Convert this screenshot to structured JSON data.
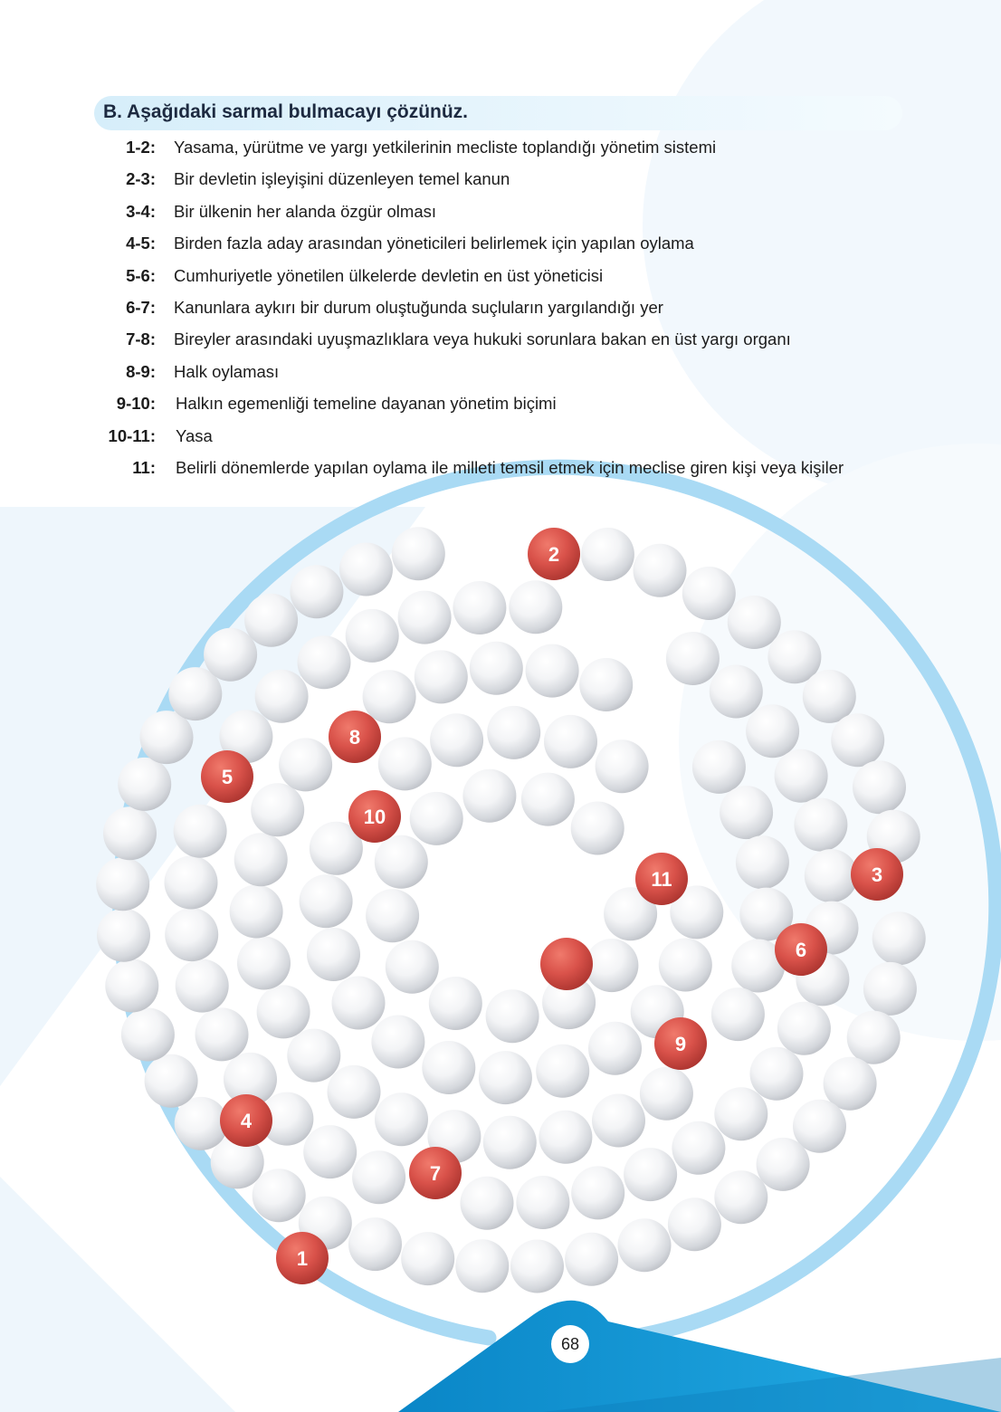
{
  "heading": "B. Aşağıdaki sarmal bulmacayı çözünüz.",
  "clues": [
    {
      "number": "1-2:",
      "text": "Yasama, yürütme ve yargı yetkilerinin mecliste toplandığı yönetim sistemi"
    },
    {
      "number": "2-3:",
      "text": "Bir devletin işleyişini düzenleyen temel kanun"
    },
    {
      "number": "3-4:",
      "text": "Bir ülkenin her alanda özgür olması"
    },
    {
      "number": "4-5:",
      "text": "Birden fazla aday arasından yöneticileri belirlemek için yapılan oylama"
    },
    {
      "number": "5-6:",
      "text": "Cumhuriyetle yönetilen ülkelerde devletin en üst yöneticisi"
    },
    {
      "number": "6-7:",
      "text": "Kanunlara aykırı bir durum oluştuğunda suçluların yargılandığı yer"
    },
    {
      "number": "7-8:",
      "text": "Bireyler arasındaki uyuşmazlıklara veya hukuki sorunlara bakan en üst yargı organı"
    },
    {
      "number": "8-9:",
      "text": "Halk oylaması"
    },
    {
      "number": "9-10:",
      "text": "Halkın egemenliği temeline dayanan yönetim biçimi"
    },
    {
      "number": "10-11:",
      "text": "Yasa"
    },
    {
      "number": "11:",
      "text": "Belirli dönemlerde yapılan oylama ile milleti temsil etmek için meclise giren kişi veya kişiler"
    }
  ],
  "puzzle": {
    "markers": [
      {
        "label": "2"
      },
      {
        "label": "3"
      },
      {
        "label": "5"
      },
      {
        "label": "8"
      },
      {
        "label": "10"
      },
      {
        "label": "11"
      },
      {
        "label": "6"
      },
      {
        "label": "9"
      },
      {
        "label": "4"
      },
      {
        "label": "7"
      },
      {
        "label": "1"
      },
      {
        "label": ""
      }
    ]
  },
  "colors": {
    "marker": "#c9433b",
    "accent": "#1aa0d8",
    "ring": "#a8d8f3",
    "text": "#1c1c1c"
  },
  "page_number": "68"
}
